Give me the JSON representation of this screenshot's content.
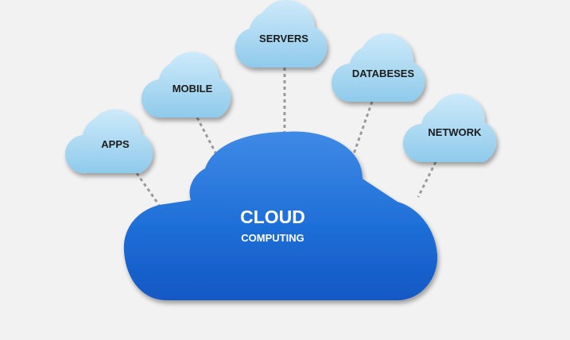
{
  "diagram": {
    "center": {
      "title": "CLOUD",
      "subtitle": "COMPUTING",
      "color": "#1e6ed6"
    },
    "satellites": [
      {
        "label": "APPS"
      },
      {
        "label": "MOBILE"
      },
      {
        "label": "SERVERS"
      },
      {
        "label": "DATABESES"
      },
      {
        "label": "NETWORK"
      }
    ],
    "satellite_color": "#a9d8f0",
    "connector_color": "#9a9a9a"
  }
}
